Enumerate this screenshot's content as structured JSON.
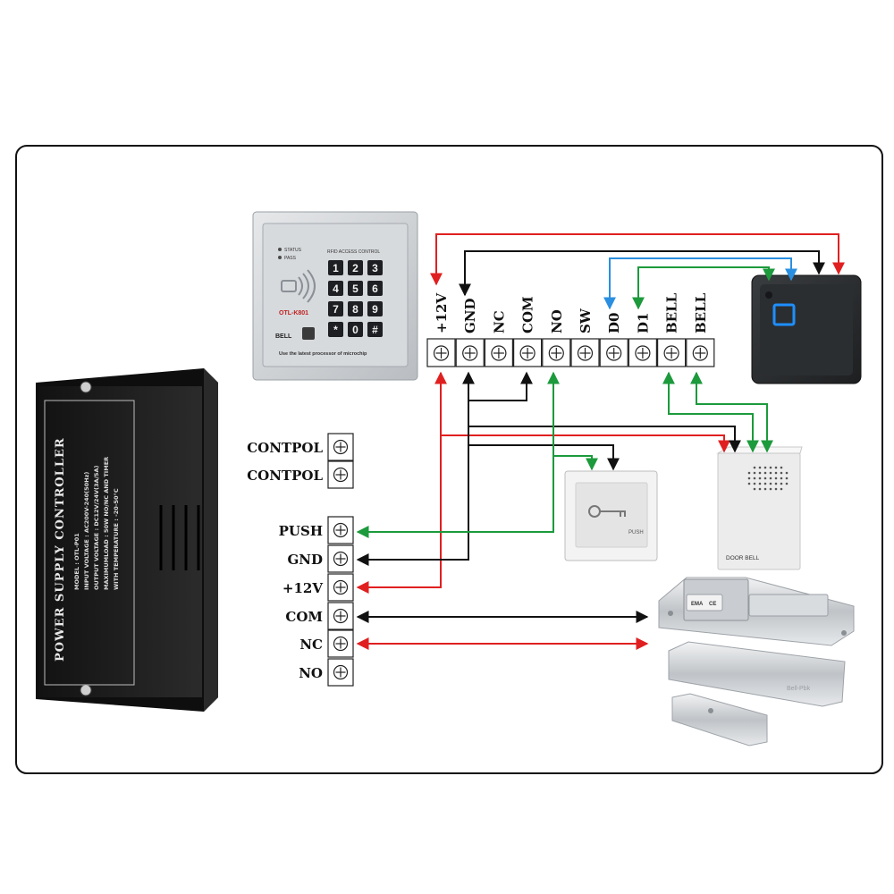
{
  "colors": {
    "power": "#e02020",
    "ground": "#111111",
    "signal": "#1c9a3c",
    "data0": "#2a8fe0",
    "frame": "#111111"
  },
  "keypad": {
    "status_label": "STATUS",
    "pass_label": "PASS",
    "title": "RFID ACCESS CONTROL",
    "model": "OTL-K801",
    "bell_label": "BELL",
    "footer": "Use the latest processor of microchip",
    "keys": [
      "1",
      "2",
      "3",
      "4",
      "5",
      "6",
      "7",
      "8",
      "9",
      "*",
      "0",
      "#"
    ]
  },
  "top_terminals": [
    "+12V",
    "GND",
    "NC",
    "COM",
    "NO",
    "SW",
    "D0",
    "D1",
    "BELL",
    "BELL"
  ],
  "left_terminals": [
    "CONTPOL",
    "CONTPOL",
    "PUSH",
    "GND",
    "+12V",
    "COM",
    "NC",
    "NO"
  ],
  "power_supply": {
    "title": "POWER SUPPLY CONTROLLER",
    "spec_lines": [
      "MODEL : OTL-P01",
      "INPUT VOLTAGE : AC200V-240(50Hz)",
      "OUTPUT VOLTAGE : DC12V/24V(3A/5A)",
      "MAXIMUMLOAD : 50W NO/NC AND TIMER",
      "WITH TEMPERATURE : -20-50°C"
    ]
  },
  "exit_button": {
    "label": "PUSH"
  },
  "door_bell": {
    "label": "DOOR BELL"
  },
  "bolt_lock": {
    "logo": "EMA",
    "ce_mark": "CE"
  },
  "mag_lock": {
    "label": "Bell-Pbk"
  }
}
